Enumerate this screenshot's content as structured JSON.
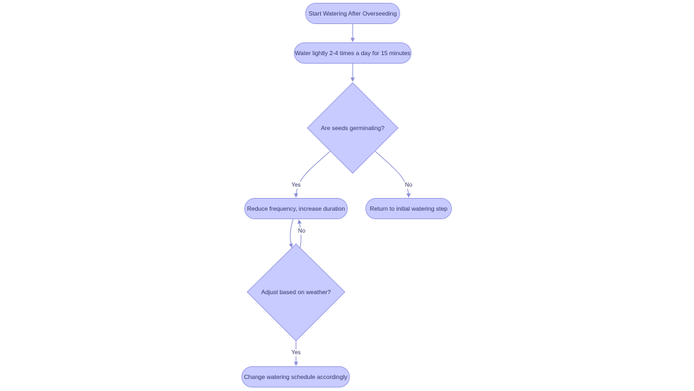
{
  "nodes": {
    "start": "Start Watering After Overseeding",
    "water_lightly": "Water lightly 2-4 times a day for 15 minutes",
    "germinating": "Are seeds germinating?",
    "reduce": "Reduce frequency, increase duration",
    "return": "Return to initial watering step",
    "adjust": "Adjust based on weather?",
    "change": "Change watering schedule accordingly"
  },
  "edge_labels": {
    "germinating_yes": "Yes",
    "germinating_no": "No",
    "adjust_no": "No",
    "adjust_yes": "Yes"
  },
  "colors": {
    "node_fill": "#c8cbff",
    "node_stroke": "#9a9ce6",
    "edge": "#8a8fd8",
    "text": "#333366"
  }
}
